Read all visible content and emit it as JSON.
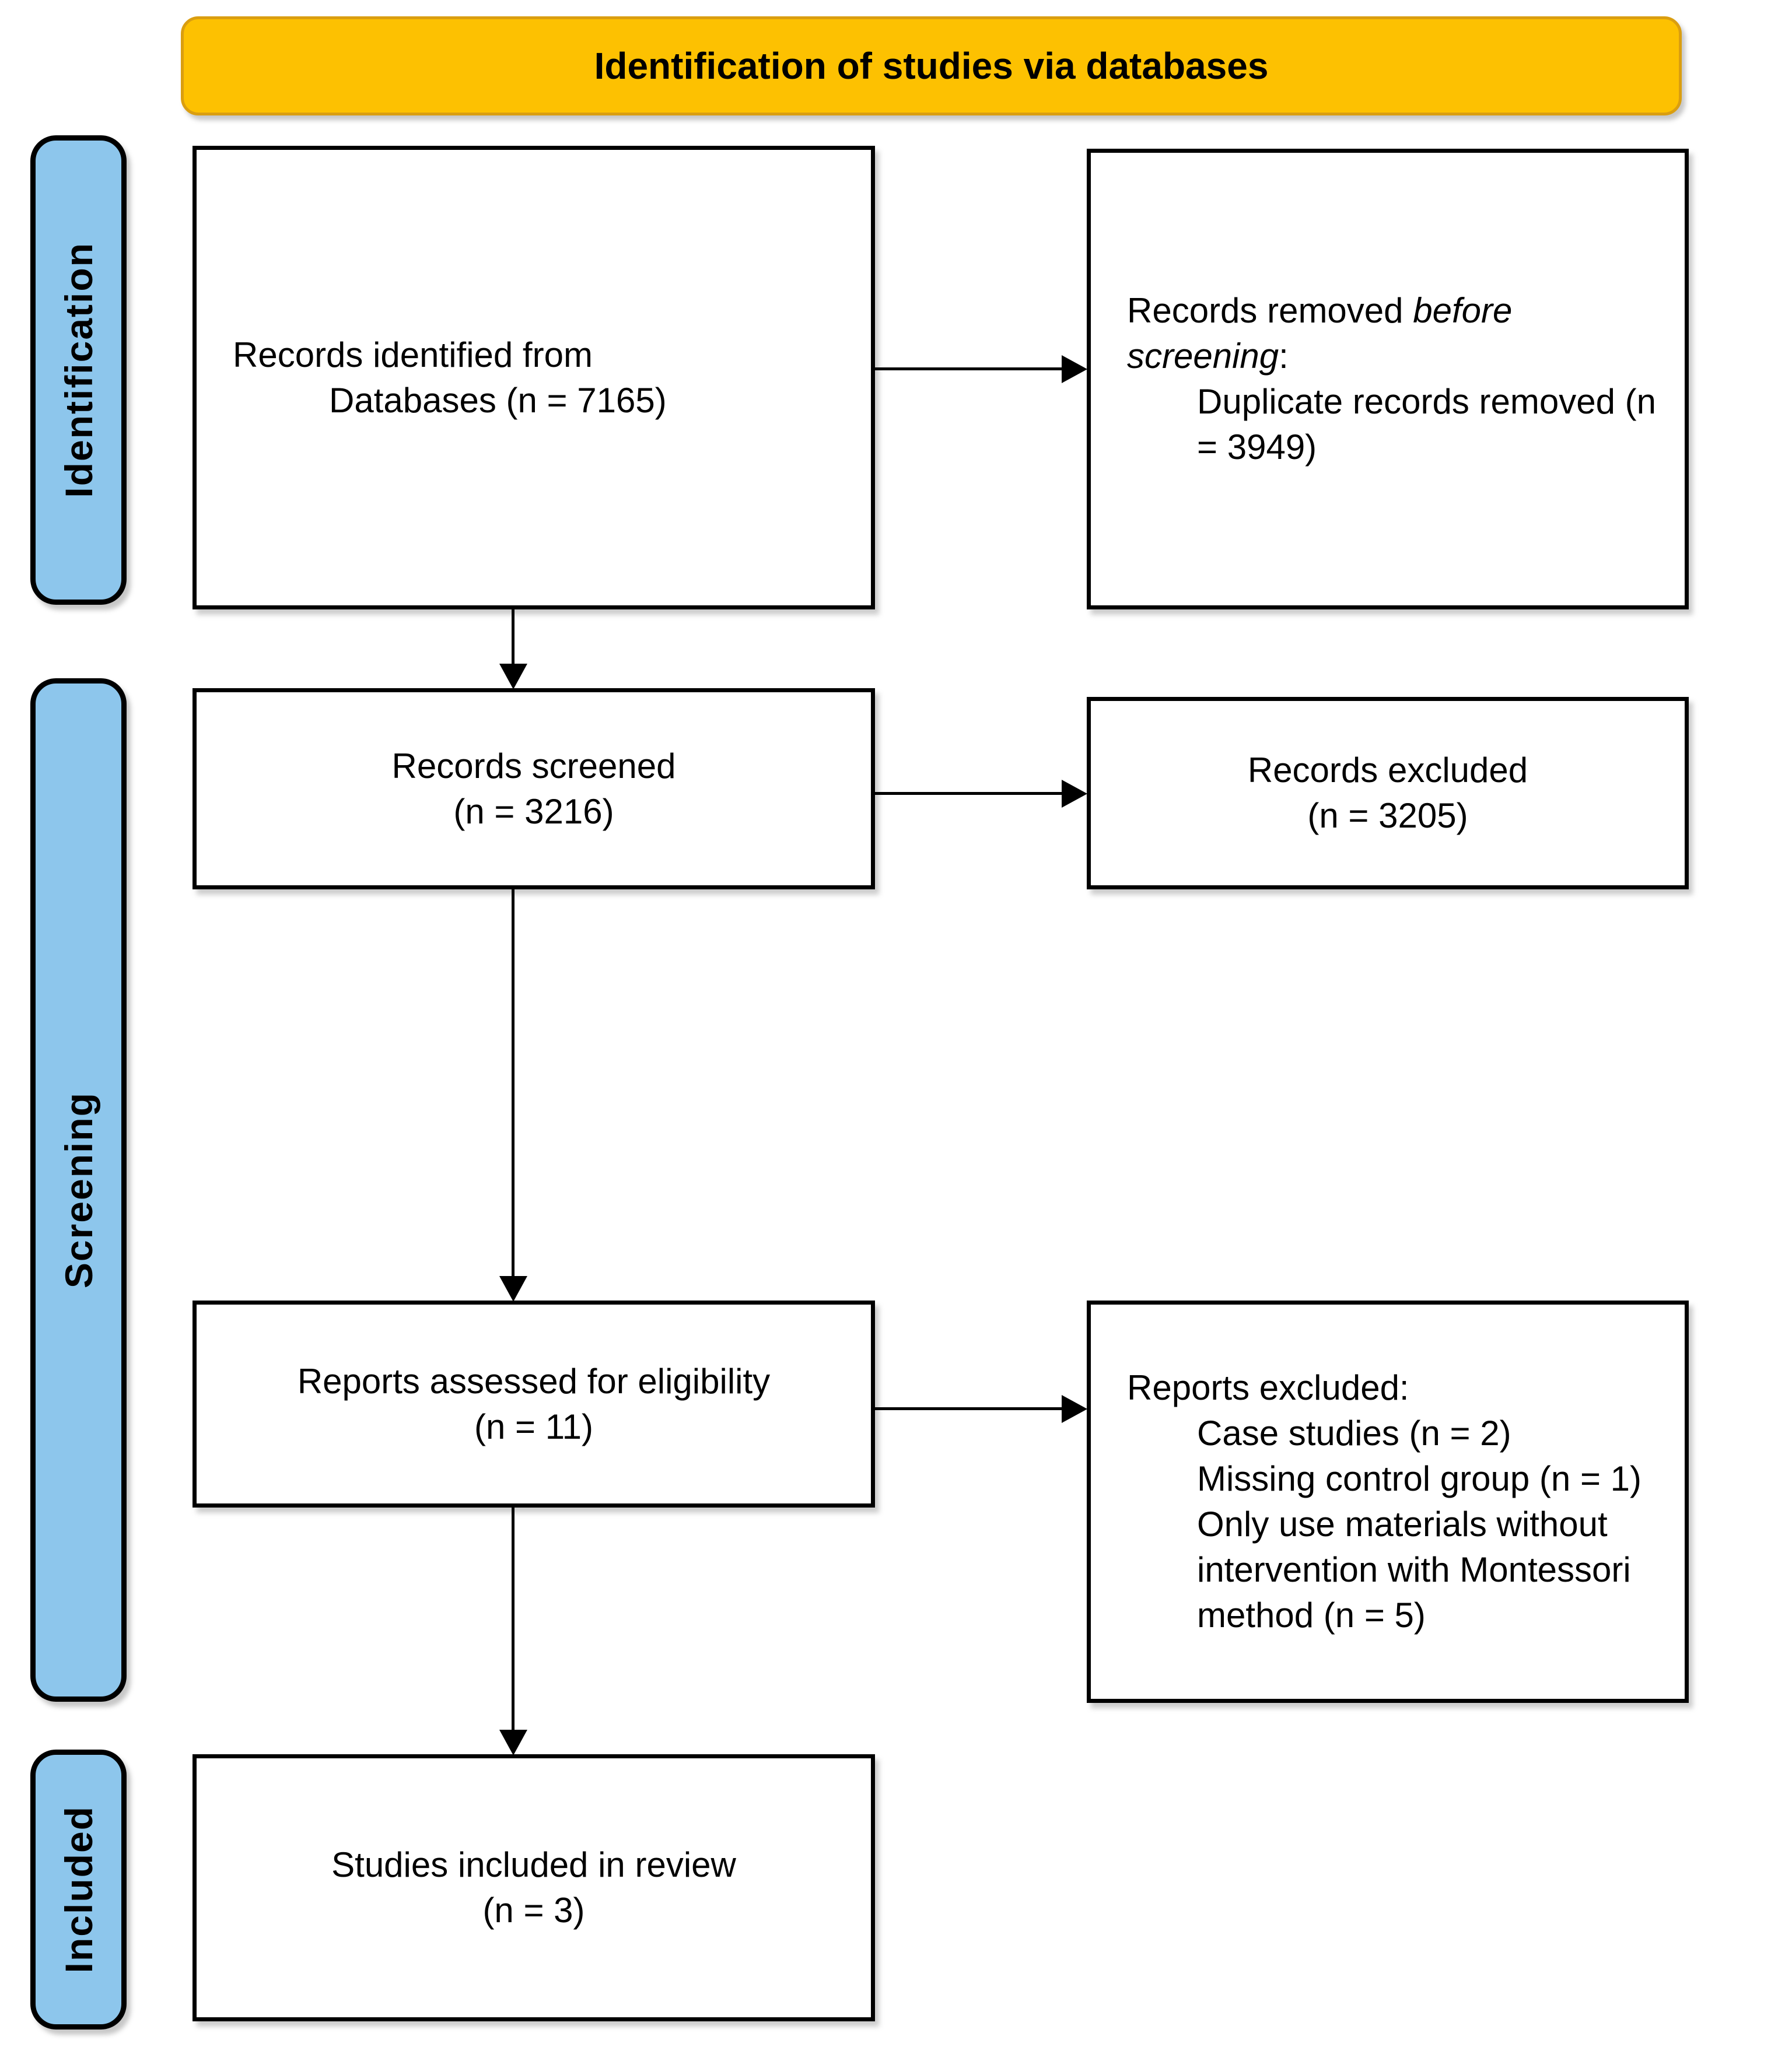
{
  "diagram": {
    "banner_title": "Identification of studies via databases",
    "colors": {
      "banner_fill": "#FDC101",
      "banner_border": "#DA9E10",
      "stage_fill": "#8DC6EC",
      "box_border": "#000000",
      "background": "#FFFFFF"
    },
    "stages": {
      "identification": "Identification",
      "screening": "Screening",
      "included": "Included"
    },
    "boxes": {
      "records_identified": {
        "line1": "Records identified from",
        "line2": "Databases (n = 7165)"
      },
      "records_removed": {
        "intro_regular": "Records removed ",
        "intro_italic": "before screening",
        "intro_suffix": ":",
        "item": "Duplicate records removed (n = 3949)"
      },
      "records_screened": {
        "line1": "Records screened",
        "line2": "(n = 3216)"
      },
      "records_excluded": {
        "line1": "Records excluded",
        "line2": "(n = 3205)"
      },
      "reports_assessed": {
        "line1": "Reports assessed for eligibility",
        "line2": "(n = 11)"
      },
      "reports_excluded": {
        "intro": "Reports excluded:",
        "items": [
          "Case studies (n = 2)",
          "Missing control group (n = 1)",
          "Only use materials without intervention with Montessori method (n = 5)"
        ]
      },
      "studies_included": {
        "line1": "Studies included in review",
        "line2": "(n = 3)"
      }
    }
  }
}
